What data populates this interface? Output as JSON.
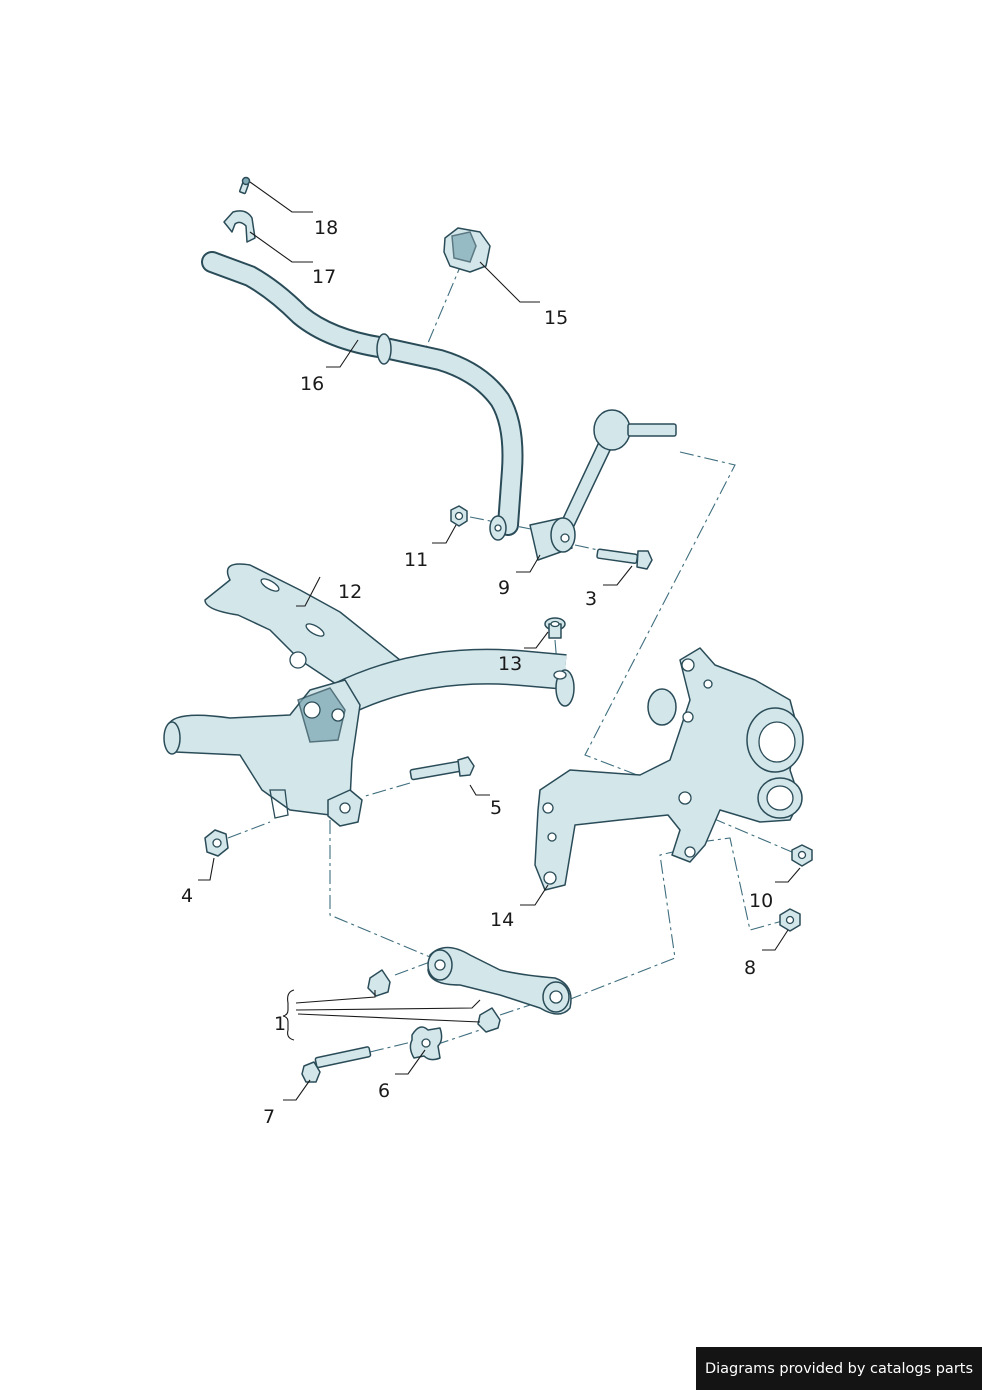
{
  "callouts": {
    "c1": "1",
    "c3": "3",
    "c4": "4",
    "c5": "5",
    "c6": "6",
    "c7": "7",
    "c8": "8",
    "c9": "9",
    "c10": "10",
    "c11": "11",
    "c12": "12",
    "c13": "13",
    "c14": "14",
    "c15": "15",
    "c16": "16",
    "c17": "17",
    "c18": "18"
  },
  "footer": {
    "credit": "Diagrams provided by catalogs parts"
  },
  "colors": {
    "part_fill": "#d3e6ea",
    "part_stroke": "#2a4c58",
    "credit_bg": "#141414"
  }
}
